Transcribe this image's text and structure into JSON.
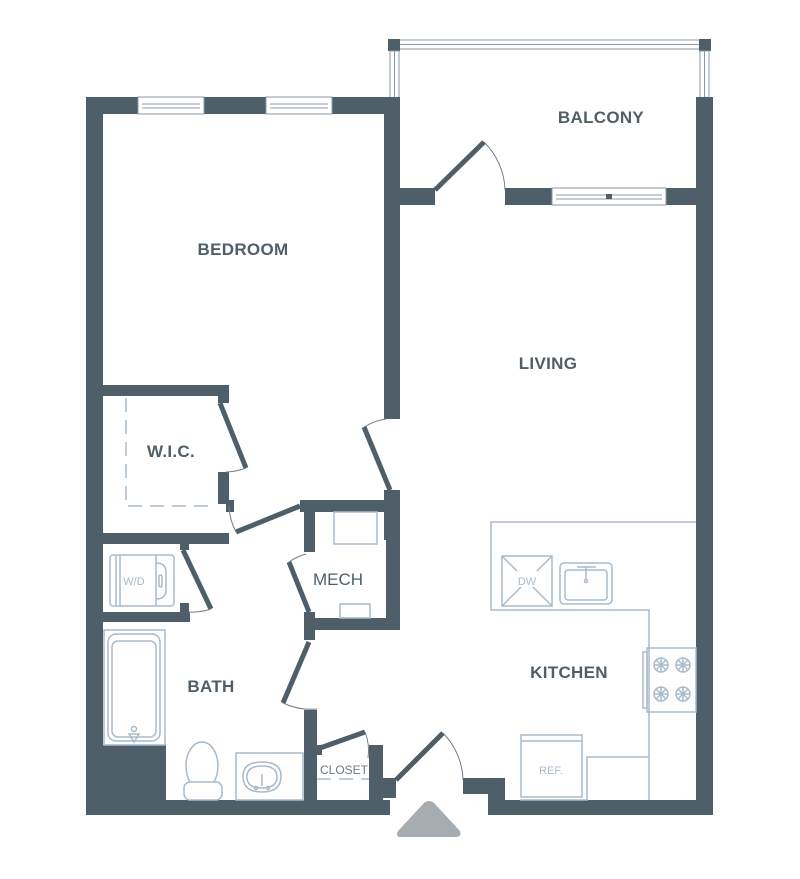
{
  "floorplan": {
    "rooms": {
      "balcony": "BALCONY",
      "bedroom": "BEDROOM",
      "living": "LIVING",
      "wic": "W.I.C.",
      "mech": "MECH",
      "bath": "BATH",
      "kitchen": "KITCHEN",
      "closet": "CLOSET"
    },
    "fixtures": {
      "washer_dryer": "W/D",
      "dishwasher": "DW",
      "refrigerator": "REF."
    },
    "icons": {
      "entry": "entry-arrow-icon"
    },
    "colors": {
      "wall": "#4f5f6a",
      "fixture": "#a9bacb",
      "entry": "#a7acb1",
      "background": "#ffffff"
    }
  }
}
